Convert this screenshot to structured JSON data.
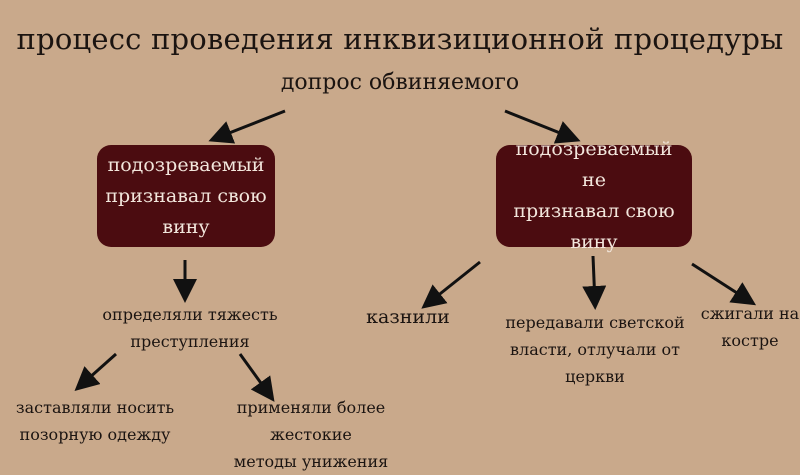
{
  "title": "процесс проведения инквизиционной процедуры",
  "root": "допрос обвиняемого",
  "branches": {
    "admitted": {
      "lines": [
        "подозреваемый",
        "признавал свою",
        "вину"
      ],
      "outcome": {
        "lines": [
          "определяли тяжесть",
          "преступления"
        ],
        "consequences": [
          {
            "lines": [
              "заставляли носить",
              "позорную одежду"
            ]
          },
          {
            "lines": [
              "применяли более жестокие",
              "методы унижения"
            ]
          }
        ]
      }
    },
    "denied": {
      "lines": [
        "подозреваемый не",
        "признавал свою",
        "вину"
      ],
      "outcomes": [
        {
          "lines": [
            "казнили"
          ]
        },
        {
          "lines": [
            "передавали светской",
            "власти, отлучали от",
            "церкви"
          ]
        },
        {
          "lines": [
            "сжигали на",
            "костре"
          ]
        }
      ]
    }
  },
  "colors": {
    "background": "#c9a98b",
    "box_fill": "#4b0c10",
    "box_text": "#f2e6dc",
    "text": "#1b1411"
  }
}
